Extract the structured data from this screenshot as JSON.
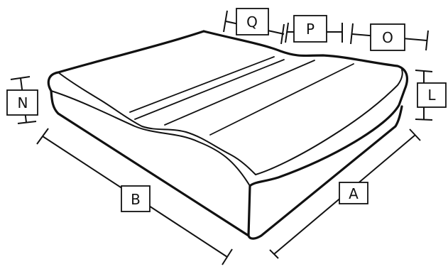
{
  "labels": {
    "a": "A",
    "b": "B",
    "l": "L",
    "n": "N",
    "o": "O",
    "p": "P",
    "q": "Q"
  },
  "colors": {
    "stroke": "#111111",
    "fill": "#ffffff"
  }
}
